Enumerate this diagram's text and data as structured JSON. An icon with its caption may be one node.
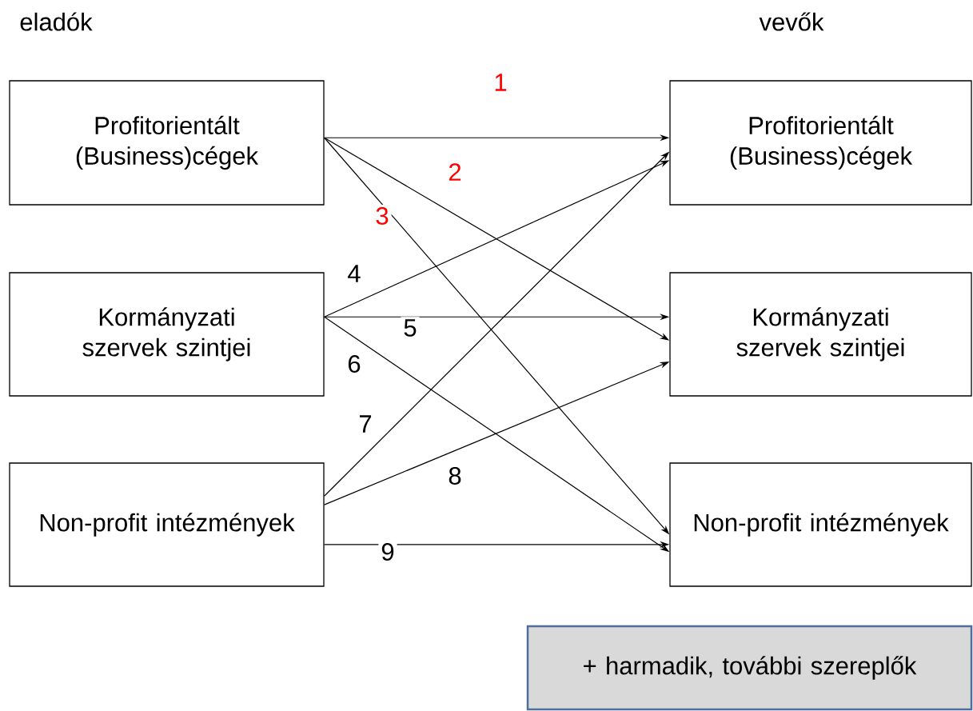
{
  "diagram": {
    "nodes": [
      {
        "text": [
          "Profitorientált (Business)cégek"
        ]
      },
      {
        "text": [
          "Kormányzati szervek szintjei"
        ]
      },
      {
        "text": [
          "Non-profit intézmények"
        ]
      },
      {
        "text": [
          "Profitorientált (Business)cégek"
        ]
      },
      {
        "text": [
          "Kormányzati szervek szintjei"
        ]
      },
      {
        "text": [
          "Non-profit intézmények"
        ]
      },
      {
        "text": [
          "+ harmadik, további szereplők"
        ]
      }
    ],
    "edges": [
      {
        "from": 0,
        "to": 3,
        "arrow": "to",
        "label": "1"
      },
      {
        "from": 0,
        "to": 4,
        "arrow": "to",
        "label": "2"
      },
      {
        "from": 0,
        "to": 5,
        "arrow": "to",
        "label": "3"
      },
      {
        "from": 1,
        "to": 3,
        "arrow": "to",
        "label": "4"
      },
      {
        "from": 1,
        "to": 4,
        "arrow": "to",
        "label": "5"
      },
      {
        "from": 1,
        "to": 5,
        "arrow": "to",
        "label": "6"
      },
      {
        "from": 2,
        "to": 3,
        "arrow": "to",
        "label": "7"
      },
      {
        "from": 2,
        "to": 4,
        "arrow": "to",
        "label": "8"
      },
      {
        "from": 2,
        "to": 5,
        "arrow": "to",
        "label": "9"
      }
    ],
    "labels": [
      "eladók",
      "vevők"
    ]
  }
}
